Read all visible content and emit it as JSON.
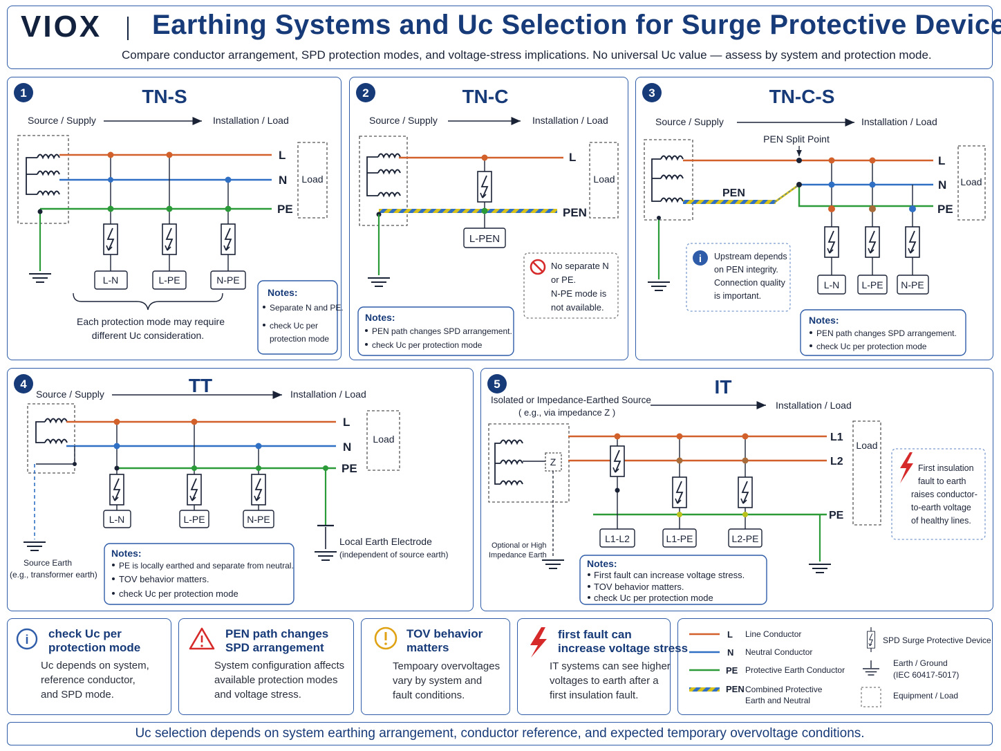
{
  "header": {
    "brand": "VIOX",
    "title": "Earthing Systems and Uc Selection for Surge Protective Devices",
    "subtitle": "Compare conductor arrangement, SPD protection modes, and voltage-stress implications. No universal Uc value — assess by system and protection mode."
  },
  "common": {
    "source": "Source / Supply",
    "load_side": "Installation / Load",
    "load": "Load",
    "L": "L",
    "N": "N",
    "PE": "PE",
    "PEN": "PEN",
    "L1": "L1",
    "L2": "L2",
    "Z": "Z",
    "LN": "L-N",
    "LPE": "L-PE",
    "NPE": "N-PE",
    "LPEN": "L-PEN",
    "L1L2": "L1-L2",
    "L1PE": "L1-PE",
    "L2PE": "L2-PE",
    "notes": "Notes:",
    "check": "check Uc per protection mode",
    "check_short": "check Uc per",
    "protection_mode": "protection mode"
  },
  "tns": {
    "num": "1",
    "title": "TN-S",
    "caption1": "Each protection mode may require",
    "caption2": "different Uc consideration.",
    "note1": "Separate N and PE."
  },
  "tnc": {
    "num": "2",
    "title": "TN-C",
    "note1": "PEN path changes SPD arrangement.",
    "warn1": "No separate N",
    "warn2": "or PE.",
    "warn3": "N-PE mode is",
    "warn4": "not available."
  },
  "tncs": {
    "num": "3",
    "title": "TN-C-S",
    "split": "PEN Split Point",
    "info1": "Upstream depends",
    "info2": "on PEN integrity.",
    "info3": "Connection quality",
    "info4": "is important.",
    "note1": "PEN path changes SPD arrangement."
  },
  "tt": {
    "num": "4",
    "title": "TT",
    "source_earth1": "Source Earth",
    "source_earth2": "(e.g., transformer earth)",
    "local1": "Local Earth Electrode",
    "local2": "(independent of source earth)",
    "note1": "PE is locally earthed and separate from neutral.",
    "note2": "TOV behavior matters."
  },
  "it": {
    "num": "5",
    "title": "IT",
    "source1": "Isolated or Impedance-Earthed Source",
    "source2": "( e.g., via impedance Z )",
    "opt1": "Optional or High",
    "opt2": "Impedance Earth",
    "fault1": "First insulation",
    "fault2": "fault to earth",
    "fault3": "raises conductor-",
    "fault4": "to-earth voltage",
    "fault5": "of healthy lines.",
    "note1": "First fault can increase voltage stress.",
    "note2": "TOV behavior matters."
  },
  "tiles": [
    {
      "t1": "check Uc per",
      "t2": "protection mode",
      "b1": "Uc depends on system,",
      "b2": "reference conductor,",
      "b3": "and SPD mode.",
      "icon": "info-icon"
    },
    {
      "t1": "PEN path changes",
      "t2": "SPD arrangement",
      "b1": "System configuration affects",
      "b2": "available protection modes",
      "b3": "and voltage stress.",
      "icon": "warning-icon"
    },
    {
      "t1": "TOV behavior",
      "t2": "matters",
      "b1": "Tempoary overvoltages",
      "b2": "vary by system and",
      "b3": "fault conditions.",
      "icon": "exclamation-icon"
    },
    {
      "t1": "first fault can",
      "t2": "increase voltage stress",
      "b1": "IT systems can see higher",
      "b2": "voltages to earth after a",
      "b3": "first insulation fault.",
      "icon": "lightning-icon"
    }
  ],
  "legend": {
    "L": "L",
    "L_desc": "Line Conductor",
    "N": "N",
    "N_desc": "Neutral Conductor",
    "PE": "PE",
    "PE_desc": "Protective Earth Conductor",
    "PEN": "PEN",
    "PEN_desc1": "Combined Protective",
    "PEN_desc2": "Earth and Neutral",
    "spd": "SPD  Surge Protective Device",
    "earth1": "Earth / Ground",
    "earth2": "(IEC 60417-5017)",
    "equip": "Equipment / Load"
  },
  "footer": "Uc selection depends on system earthing arrangement, conductor reference, and expected temporary overvoltage conditions.",
  "colors": {
    "line": "#d2602a",
    "neutral": "#2f6fc4",
    "earth": "#2b9a38",
    "pen_yellow": "#d8c21a",
    "frame": "#2e5ca8",
    "title": "#173a78",
    "danger": "#d62a2a",
    "amber": "#e0a215"
  }
}
